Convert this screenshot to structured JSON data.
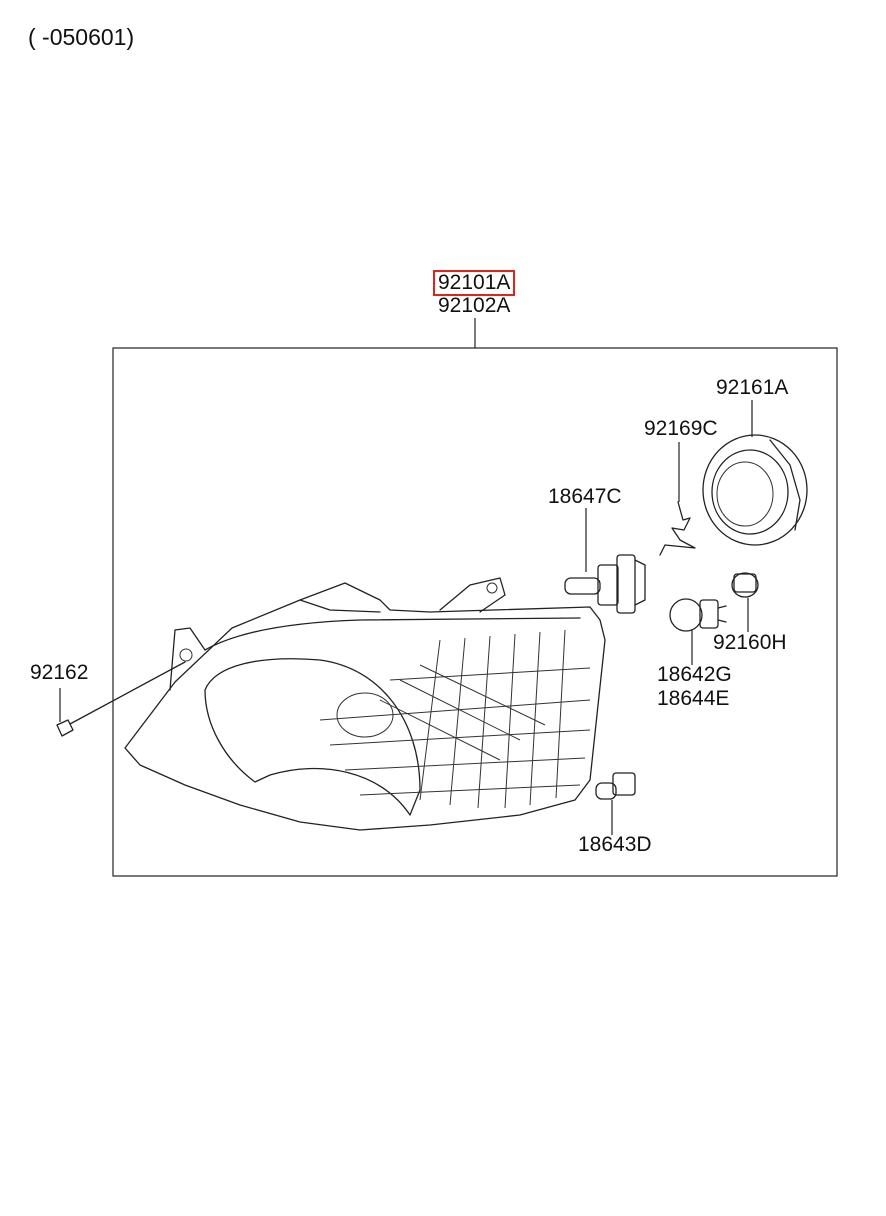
{
  "header": {
    "date_code": "( -050601)"
  },
  "highlight_color": "#e2231a",
  "parts": {
    "assembly_lh": "92101A",
    "assembly_rh": "92102A",
    "socket_cap": "92161A",
    "spring_clip": "92169C",
    "headlamp_bulb": "18647C",
    "screw": "92162",
    "turn_bulb_a": "18642G",
    "turn_bulb_b": "18644E",
    "turn_socket": "92160H",
    "position_bulb": "18643D"
  }
}
